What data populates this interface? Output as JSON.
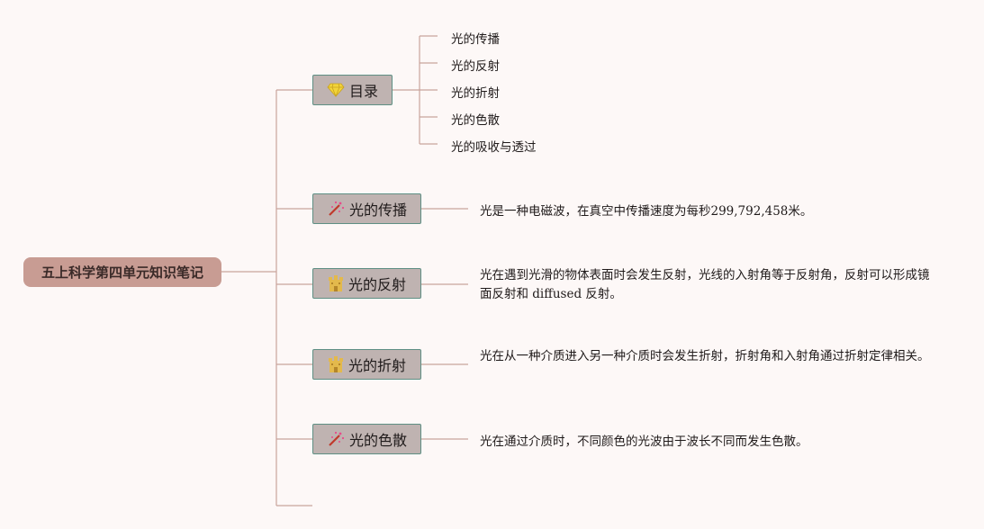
{
  "root": {
    "label": "五上科学第四单元知识笔记"
  },
  "toc": {
    "label": "目录",
    "icon": "diamond-icon",
    "items": [
      "光的传播",
      "光的反射",
      "光的折射",
      "光的色散",
      "光的吸收与透过"
    ]
  },
  "topics": [
    {
      "label": "光的传播",
      "icon": "magic-wand-icon",
      "desc": "光是一种电磁波，在真空中传播速度为每秒299,792,458米。"
    },
    {
      "label": "光的反射",
      "icon": "castle-icon",
      "desc": "光在遇到光滑的物体表面时会发生反射，光线的入射角等于反射角，反射可以形成镜面反射和 diffused 反射。"
    },
    {
      "label": "光的折射",
      "icon": "castle-icon",
      "desc": "光在从一种介质进入另一种介质时会发生折射，折射角和入射角通过折射定律相关。"
    },
    {
      "label": "光的色散",
      "icon": "magic-wand-icon",
      "desc": "光在通过介质时，不同颜色的光波由于波长不同而发生色散。"
    }
  ],
  "colors": {
    "root_bg": "#c89c93",
    "node_bg": "#bfb3b1",
    "node_border": "#5e8f84",
    "line": "#c9a49c"
  }
}
